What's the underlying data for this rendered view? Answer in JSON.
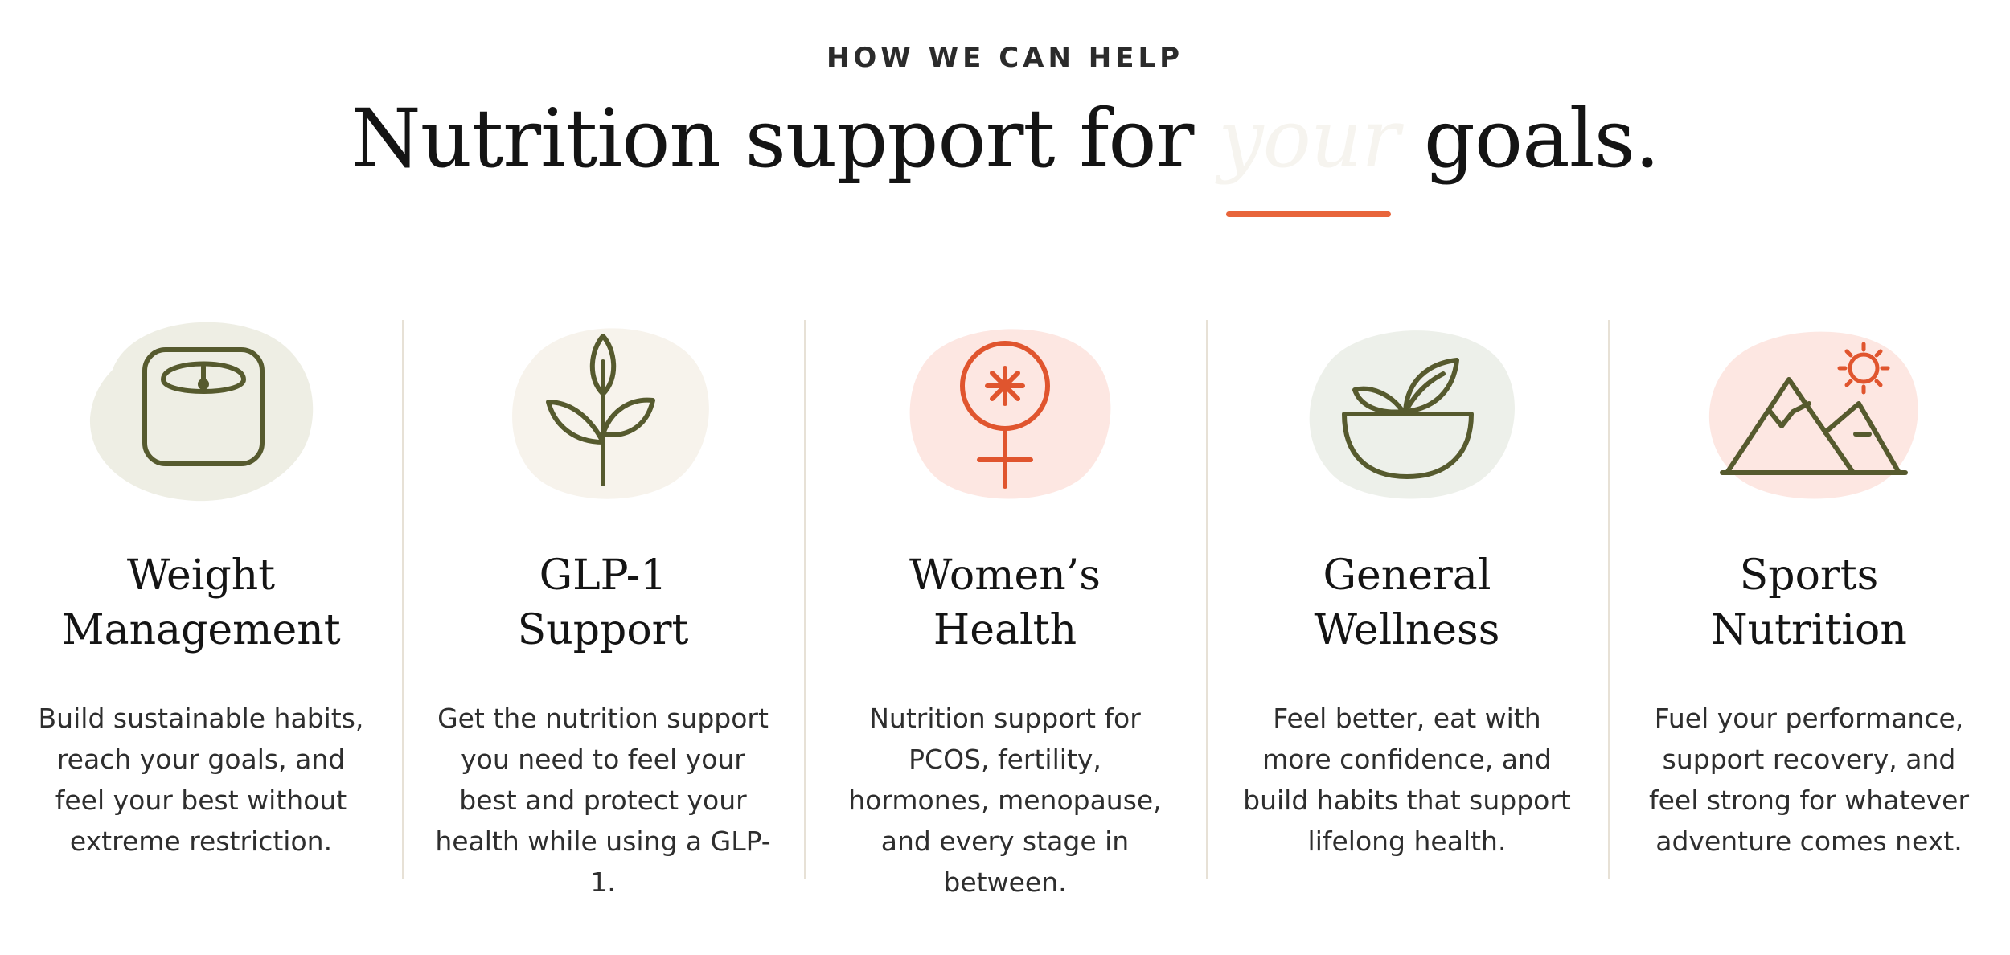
{
  "header": {
    "eyebrow": "HOW WE CAN HELP",
    "headline_before": "Nutrition support for ",
    "headline_accent": "your",
    "headline_after": " goals."
  },
  "colors": {
    "accent": "#e8653b",
    "icon_olive": "#565a2e",
    "blob_green": "#eeeee4",
    "blob_cream": "#f7f3ec",
    "blob_pink": "#fde7e2",
    "blob_sage": "#edf0ea",
    "divider": "#e7e1d6"
  },
  "services": [
    {
      "icon": "scale-icon",
      "title": "Weight\nManagement",
      "description": "Build sustainable habits, reach your goals, and feel your best without extreme restriction."
    },
    {
      "icon": "sprout-icon",
      "title": "GLP-1\nSupport",
      "description": "Get the nutrition support you need to feel your best and protect your health while using a GLP-1."
    },
    {
      "icon": "female-symbol-icon",
      "title": "Women’s\nHealth",
      "description": "Nutrition support for PCOS, fertility, hormones, menopause, and every stage in between."
    },
    {
      "icon": "salad-bowl-icon",
      "title": "General\nWellness",
      "description": "Feel better, eat with more confidence, and build habits that support lifelong health."
    },
    {
      "icon": "mountain-sun-icon",
      "title": "Sports\nNutrition",
      "description": "Fuel your performance, support recovery, and feel strong for whatever adventure comes next."
    }
  ]
}
